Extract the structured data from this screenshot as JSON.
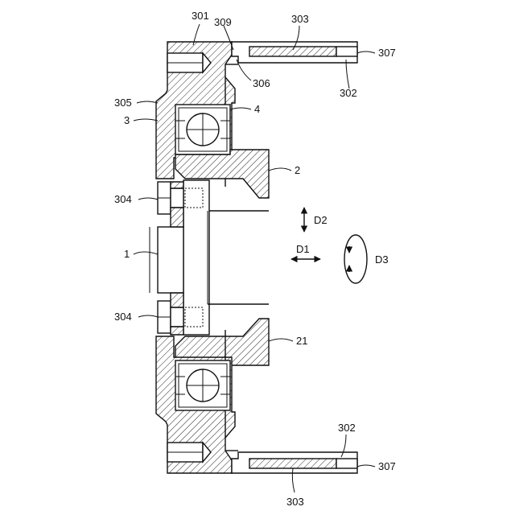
{
  "labels": {
    "l301": "301",
    "l309": "309",
    "l303_top": "303",
    "l307_top": "307",
    "l306": "306",
    "l302_top": "302",
    "l305": "305",
    "l3": "3",
    "l4": "4",
    "l2": "2",
    "l304_top": "304",
    "l1": "1",
    "lD2": "D2",
    "lD1": "D1",
    "lD3": "D3",
    "l304_bot": "304",
    "l21": "21",
    "l302_bot": "302",
    "l307_bot": "307",
    "l303_bot": "303"
  }
}
